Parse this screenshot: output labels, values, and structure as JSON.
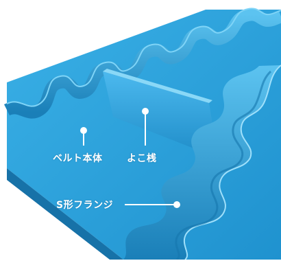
{
  "colors": {
    "belt": "#29a0d9",
    "belt_shadow": "#1b7fb8",
    "flange": "#3cb2e8",
    "flange_shadow": "#1c86c0",
    "label": "#ffffff"
  },
  "labels": {
    "belt_body": "ベルト本体",
    "cross_cleat": "よこ桟",
    "s_flange": "S形フランジ"
  }
}
